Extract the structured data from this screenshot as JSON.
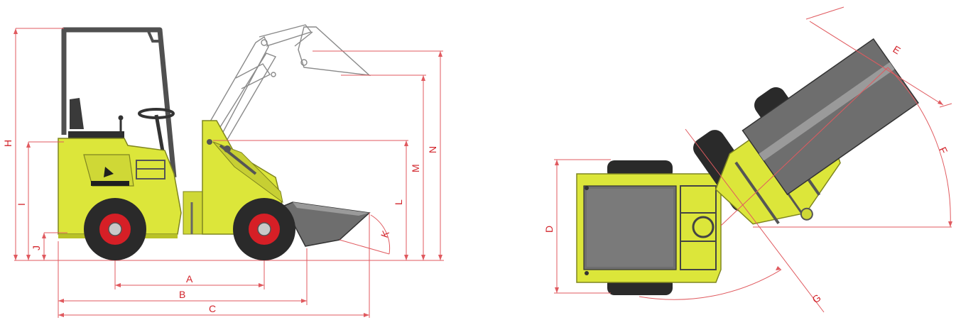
{
  "diagram": {
    "colors": {
      "dimension_line": "#e05a5f",
      "dimension_text": "#d2232a",
      "body_yellow": "#dce63a",
      "body_yellow_dark": "#b9c227",
      "tire": "#2a2a2a",
      "rim": "#d61f26",
      "frame_gray": "#555555",
      "bucket_gray": "#6e6e6e",
      "bucket_gray_light": "#9a9a9a"
    },
    "side_view": {
      "dimension_labels": {
        "A": "A",
        "B": "B",
        "C": "C",
        "H": "H",
        "I": "I",
        "J": "J",
        "K": "K",
        "L": "L",
        "M": "M",
        "N": "N"
      }
    },
    "top_view": {
      "dimension_labels": {
        "D": "D",
        "E": "E",
        "F": "F",
        "G": "G"
      }
    }
  }
}
